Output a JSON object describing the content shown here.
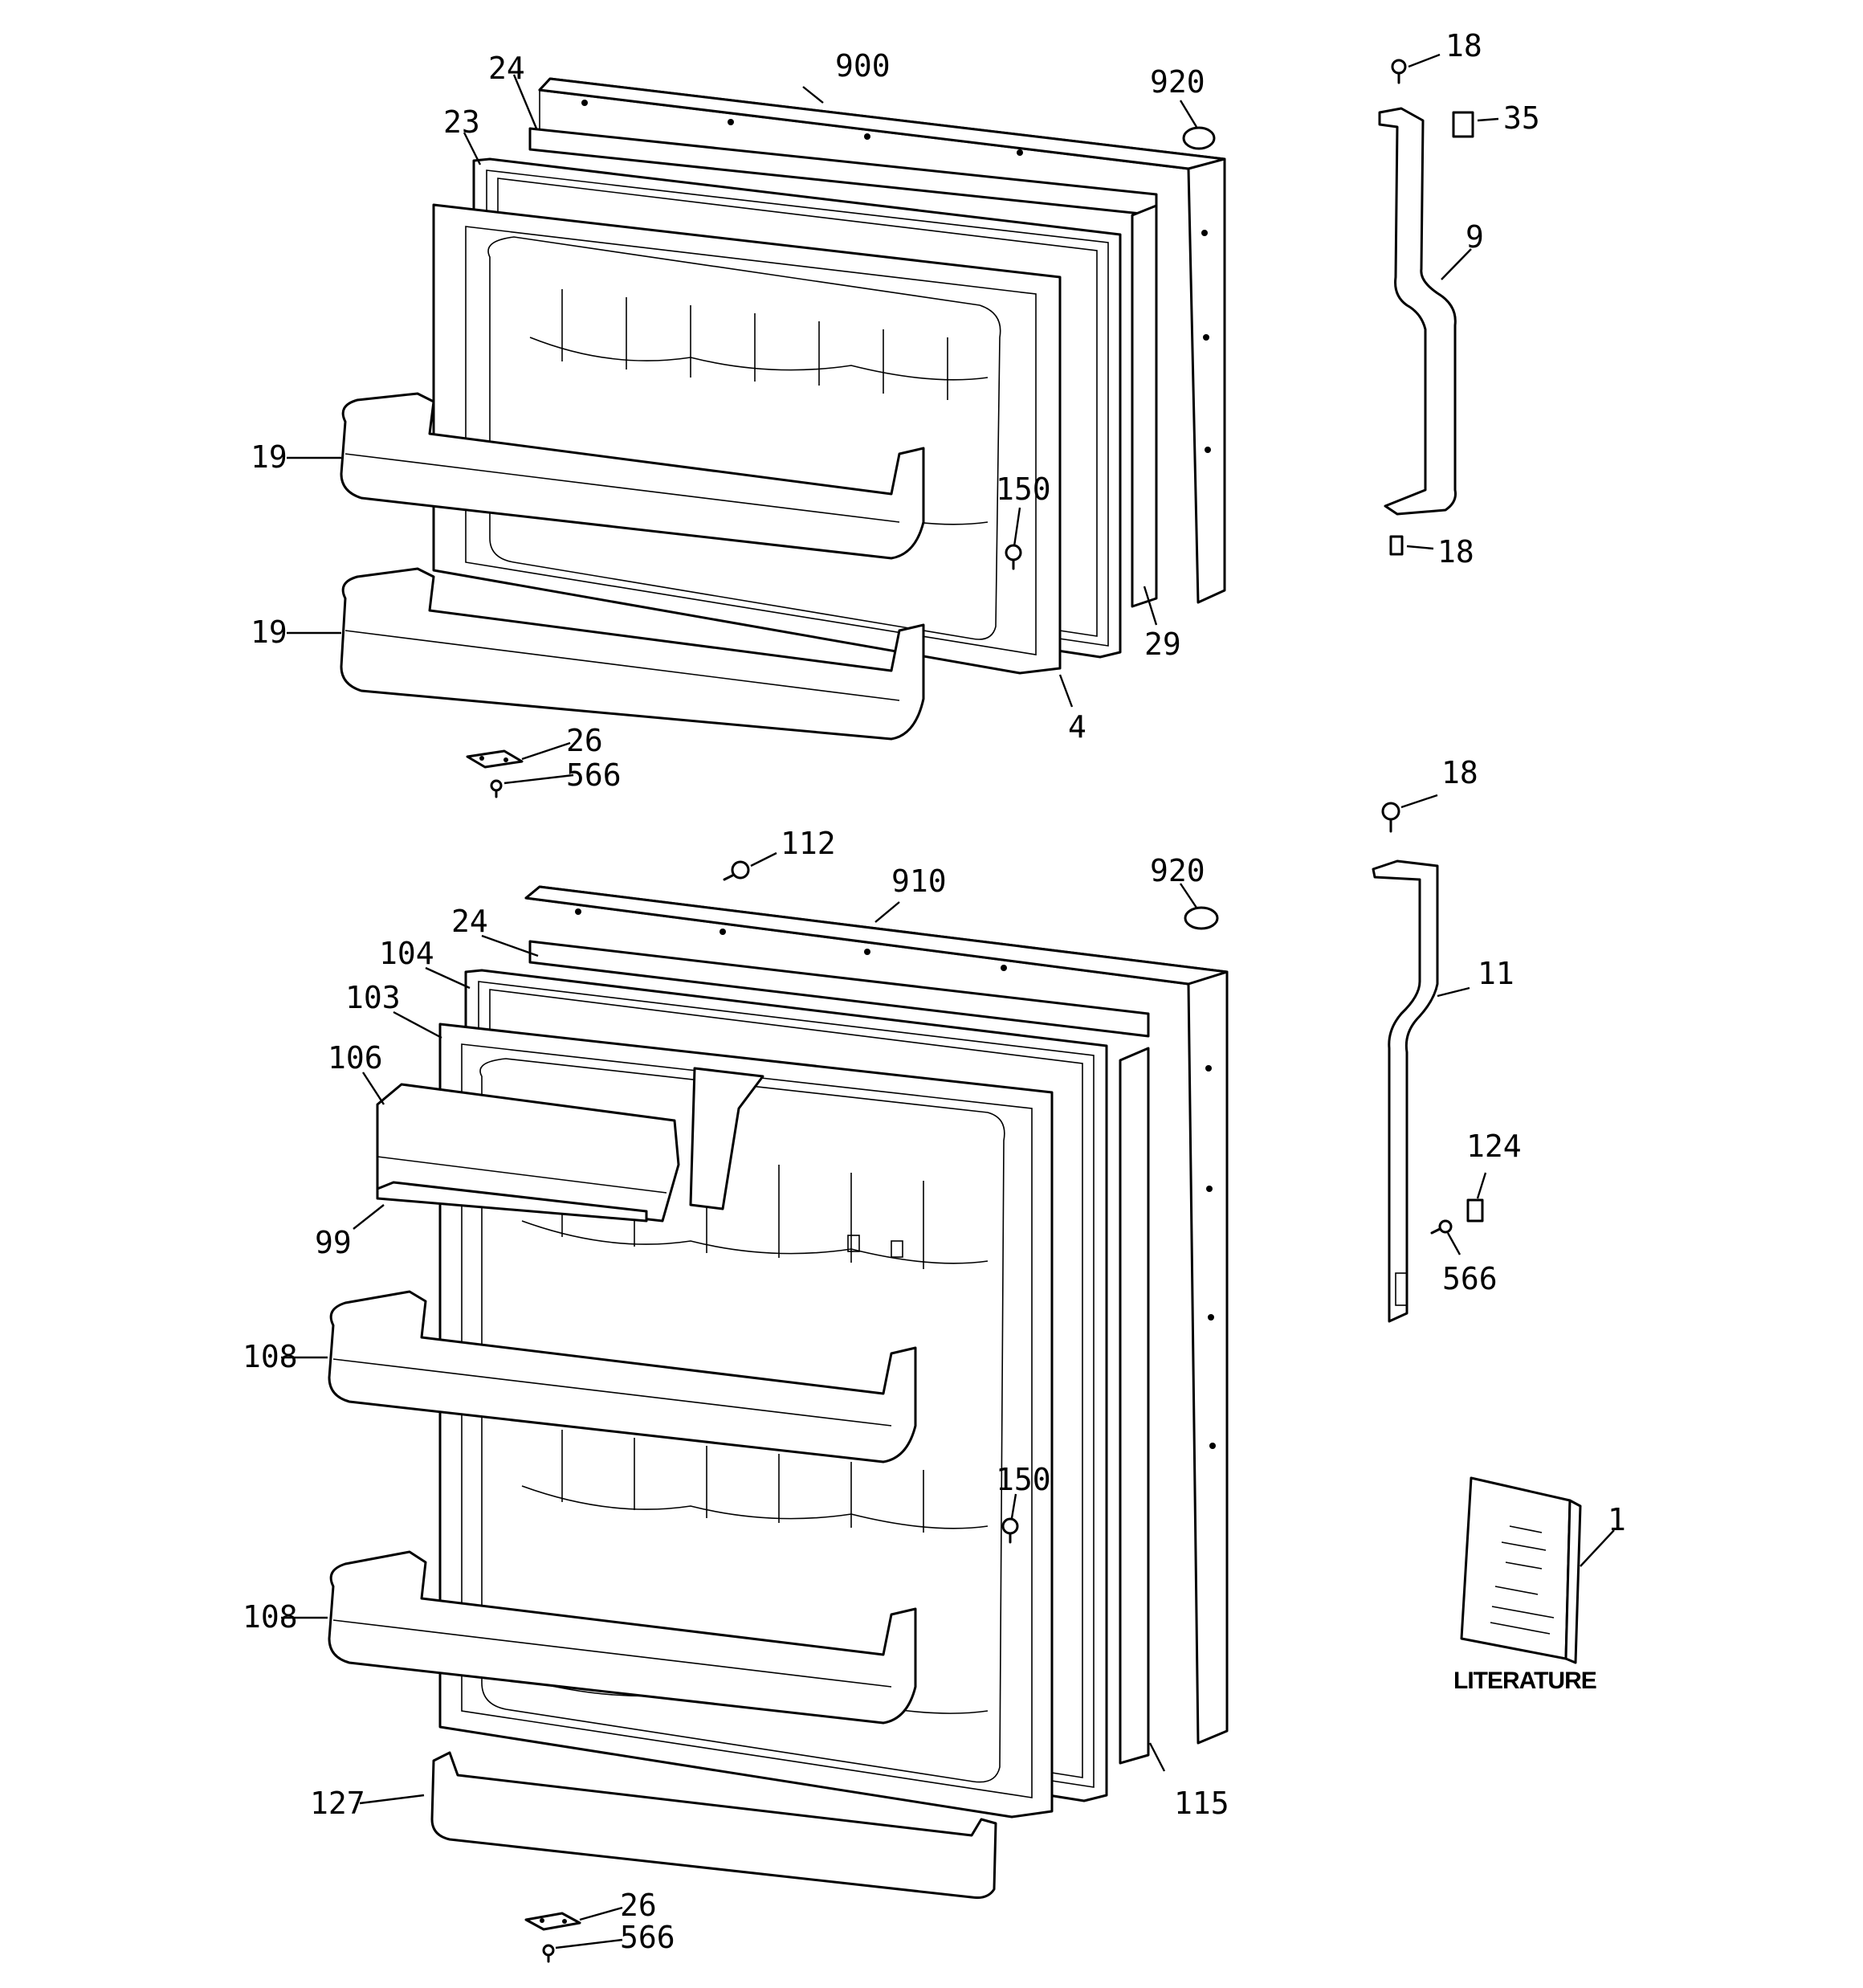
{
  "callouts": {
    "c1": "1",
    "c4": "4",
    "c9": "9",
    "c11": "11",
    "c18a": "18",
    "c18b": "18",
    "c18c": "18",
    "c19a": "19",
    "c19b": "19",
    "c23": "23",
    "c24a": "24",
    "c24b": "24",
    "c26a": "26",
    "c26b": "26",
    "c29": "29",
    "c35": "35",
    "c99": "99",
    "c103": "103",
    "c104": "104",
    "c106": "106",
    "c108a": "108",
    "c108b": "108",
    "c112": "112",
    "c115": "115",
    "c124": "124",
    "c127": "127",
    "c150a": "150",
    "c150b": "150",
    "c566a": "566",
    "c566b": "566",
    "c566c": "566",
    "c900": "900",
    "c910": "910",
    "c920a": "920",
    "c920b": "920"
  },
  "literature_label": "LITERATURE"
}
